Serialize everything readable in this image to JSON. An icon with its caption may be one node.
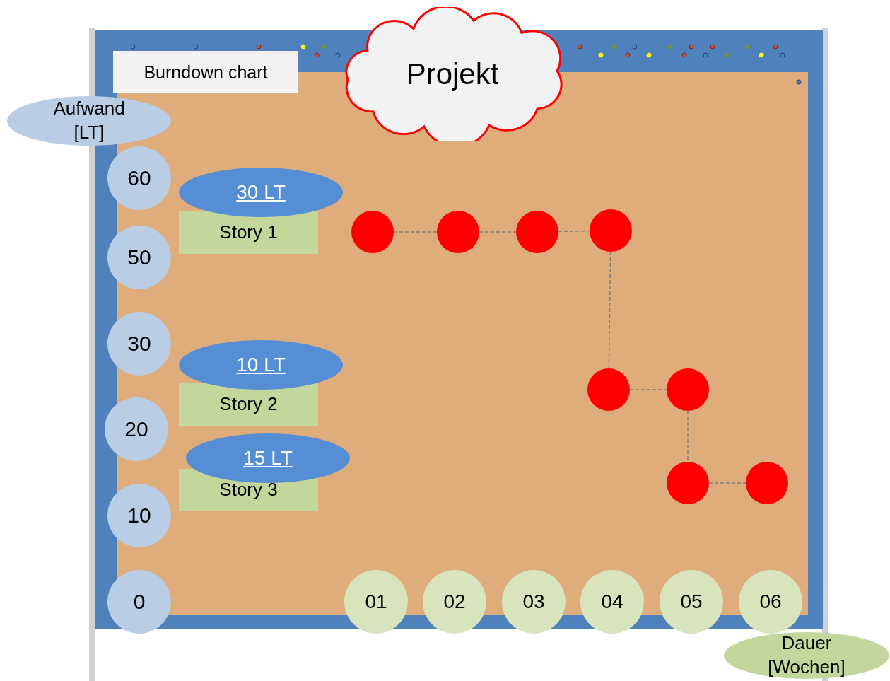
{
  "diagram": {
    "nodes": [
      {
        "text": [
          "Projekt"
        ]
      },
      {
        "text": [
          "Burndown chart"
        ]
      },
      {
        "text": [
          "Aufwand [LT]"
        ]
      },
      {
        "text": [
          "60"
        ]
      },
      {
        "text": [
          "50"
        ]
      },
      {
        "text": [
          "30"
        ]
      },
      {
        "text": [
          "20"
        ]
      },
      {
        "text": [
          "10"
        ]
      },
      {
        "text": [
          "0"
        ]
      },
      {
        "text": [
          "30 LT"
        ]
      },
      {
        "text": [
          "Story 1"
        ]
      },
      {
        "text": [
          "10 LT"
        ]
      },
      {
        "text": [
          "Story 2"
        ]
      },
      {
        "text": [
          "15 LT"
        ]
      },
      {
        "text": [
          "Story 3"
        ]
      },
      {
        "text": [
          "01"
        ]
      },
      {
        "text": [
          "02"
        ]
      },
      {
        "text": [
          "03"
        ]
      },
      {
        "text": [
          "04"
        ]
      },
      {
        "text": [
          "05"
        ]
      },
      {
        "text": [
          "06"
        ]
      },
      {
        "text": [
          "Dauer [Wochen]"
        ]
      },
      {
        "text": [],
        "shape": "circle"
      },
      {
        "text": [],
        "shape": "circle"
      },
      {
        "text": [],
        "shape": "circle"
      },
      {
        "text": [],
        "shape": "circle"
      },
      {
        "text": [],
        "shape": "circle"
      },
      {
        "text": [],
        "shape": "circle"
      },
      {
        "text": [],
        "shape": "circle"
      },
      {
        "text": [],
        "shape": "circle"
      }
    ],
    "edges": [
      {
        "from": 22,
        "to": 23,
        "arrow": "none",
        "style": "dashed"
      },
      {
        "from": 23,
        "to": 24,
        "arrow": "none",
        "style": "dashed"
      },
      {
        "from": 24,
        "to": 25,
        "arrow": "none",
        "style": "dashed"
      },
      {
        "from": 25,
        "to": 26,
        "arrow": "none",
        "style": "dashed"
      },
      {
        "from": 26,
        "to": 27,
        "arrow": "none",
        "style": "dashed"
      },
      {
        "from": 27,
        "to": 28,
        "arrow": "none",
        "style": "dashed"
      },
      {
        "from": 28,
        "to": 29,
        "arrow": "none",
        "style": "dashed"
      }
    ]
  }
}
